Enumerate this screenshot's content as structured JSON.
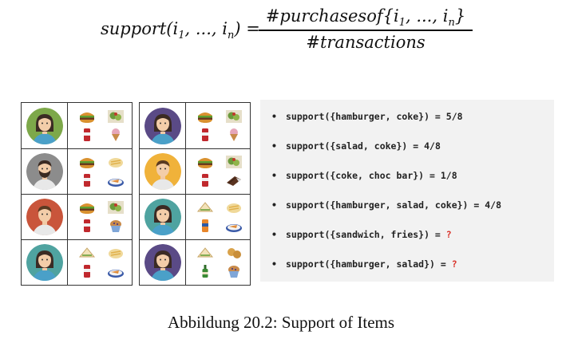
{
  "formula": {
    "lhs_prefix": "support(i",
    "lhs_sub1": "1",
    "lhs_mid": ", ..., i",
    "lhs_subn": "n",
    "lhs_suffix": ") =",
    "num_prefix": "#purchasesof{i",
    "num_sub1": "1",
    "num_mid": ", ..., i",
    "num_subn": "n",
    "num_suffix": "}",
    "denominator": "#transactions"
  },
  "bullets": [
    {
      "text": "support({hamburger, coke}) = ",
      "value": "5/8",
      "highlight": false
    },
    {
      "text": "support({salad, coke}) = ",
      "value": "4/8",
      "highlight": false
    },
    {
      "text": "support({coke, choc bar}) = ",
      "value": "1/8",
      "highlight": false
    },
    {
      "text": "support({hamburger, salad, coke}) = ",
      "value": "4/8",
      "highlight": false
    },
    {
      "text": "support({sandwich, fries}) = ",
      "value": "?",
      "highlight": true
    },
    {
      "text": "support({hamburger, salad}) = ",
      "value": "?",
      "highlight": true
    }
  ],
  "bullet_symbol": "•",
  "colors": {
    "question_mark": "#d9342b",
    "panel_bg": "#f2f2f2",
    "avatar_green": "#7da84a",
    "avatar_grey": "#8c8c8c",
    "avatar_red": "#c9553b",
    "avatar_teal": "#4fa3a0",
    "avatar_purple": "#5a4a86",
    "avatar_yellow": "#f0b23a"
  },
  "transactions_left": [
    {
      "avatar": "woman-green-bg",
      "items": [
        "hamburger-icon",
        "salad-icon",
        "coke-icon",
        "ice-cream-icon"
      ]
    },
    {
      "avatar": "bearded-man-grey-bg",
      "items": [
        "hamburger-icon",
        "fries-icon",
        "coke-icon",
        "fish-plate-icon"
      ]
    },
    {
      "avatar": "man-red-bg",
      "items": [
        "hamburger-icon",
        "salad-icon",
        "coke-icon",
        "muffin-icon"
      ]
    },
    {
      "avatar": "woman-teal-bg",
      "items": [
        "sandwich-icon",
        "fries-icon",
        "coke-icon",
        "fish-plate-icon"
      ]
    }
  ],
  "transactions_right": [
    {
      "avatar": "woman-purple-bg",
      "items": [
        "hamburger-icon",
        "salad-icon",
        "coke-icon",
        "ice-cream-icon"
      ]
    },
    {
      "avatar": "man-yellow-bg",
      "items": [
        "hamburger-icon",
        "salad-icon",
        "coke-icon",
        "choc-bar-icon"
      ]
    },
    {
      "avatar": "woman-teal-bg",
      "items": [
        "sandwich-icon",
        "fries-icon",
        "orange-soda-icon",
        "fish-plate-icon"
      ]
    },
    {
      "avatar": "woman-purple-bg",
      "items": [
        "sandwich-icon",
        "bread-rolls-icon",
        "beer-bottle-icon",
        "muffin-icon"
      ]
    }
  ],
  "caption": "Abbildung 20.2: Support of Items"
}
